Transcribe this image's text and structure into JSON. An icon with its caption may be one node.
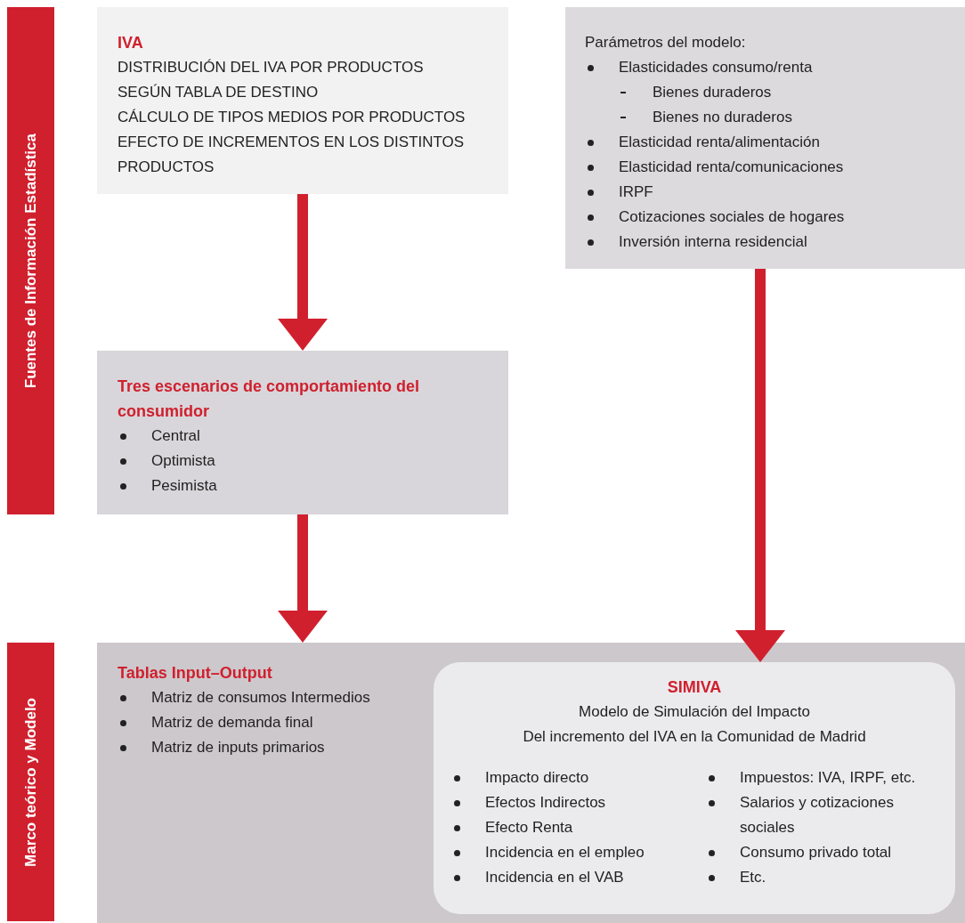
{
  "diagram": {
    "nodes": [
      {
        "text": [
          "Fuentes de Información Estadística"
        ]
      },
      {
        "text": [
          "Marco teórico y Modelo"
        ]
      },
      {
        "text": [
          "IVA",
          "DISTRIBUCIÓN DEL IVA POR PRODUCTOS",
          "SEGÚN TABLA DE DESTINO",
          "CÁLCULO DE TIPOS MEDIOS POR PRODUCTOS",
          "EFECTO DE INCREMENTOS EN LOS DISTINTOS PRODUCTOS"
        ]
      },
      {
        "text": [
          "Parámetros del modelo:",
          "Elasticidades consumo/renta",
          "Bienes duraderos",
          "Bienes no duraderos",
          "Elasticidad renta/alimentación",
          "Elasticidad renta/comunicaciones",
          "IRPF",
          "Cotizaciones sociales de hogares",
          "Inversión interna residencial"
        ]
      },
      {
        "text": [
          "Tres escenarios de comportamiento del consumidor",
          "Central",
          "Optimista",
          "Pesimista"
        ]
      },
      {
        "text": [
          "Tablas Input–Output",
          "Matriz de consumos Intermedios",
          "Matriz de demanda final",
          "Matriz de inputs primarios"
        ]
      },
      {
        "text": [
          "SIMIVA",
          "Modelo de Simulación del Impacto",
          "Del incremento del IVA en la Comunidad de Madrid",
          "Impacto directo",
          "Efectos Indirectos",
          "Efecto Renta",
          "Incidencia en el empleo",
          "Incidencia en el VAB",
          "Impuestos: IVA, IRPF, etc.",
          "Salarios y cotizaciones sociales",
          "Consumo privado total",
          "Etc."
        ],
        "in": 5
      }
    ],
    "edges": [
      {
        "from": 2,
        "to": 4,
        "arrow": "to"
      },
      {
        "from": 4,
        "to": 5,
        "arrow": "to"
      },
      {
        "from": 3,
        "to": 6,
        "arrow": "to"
      }
    ]
  }
}
